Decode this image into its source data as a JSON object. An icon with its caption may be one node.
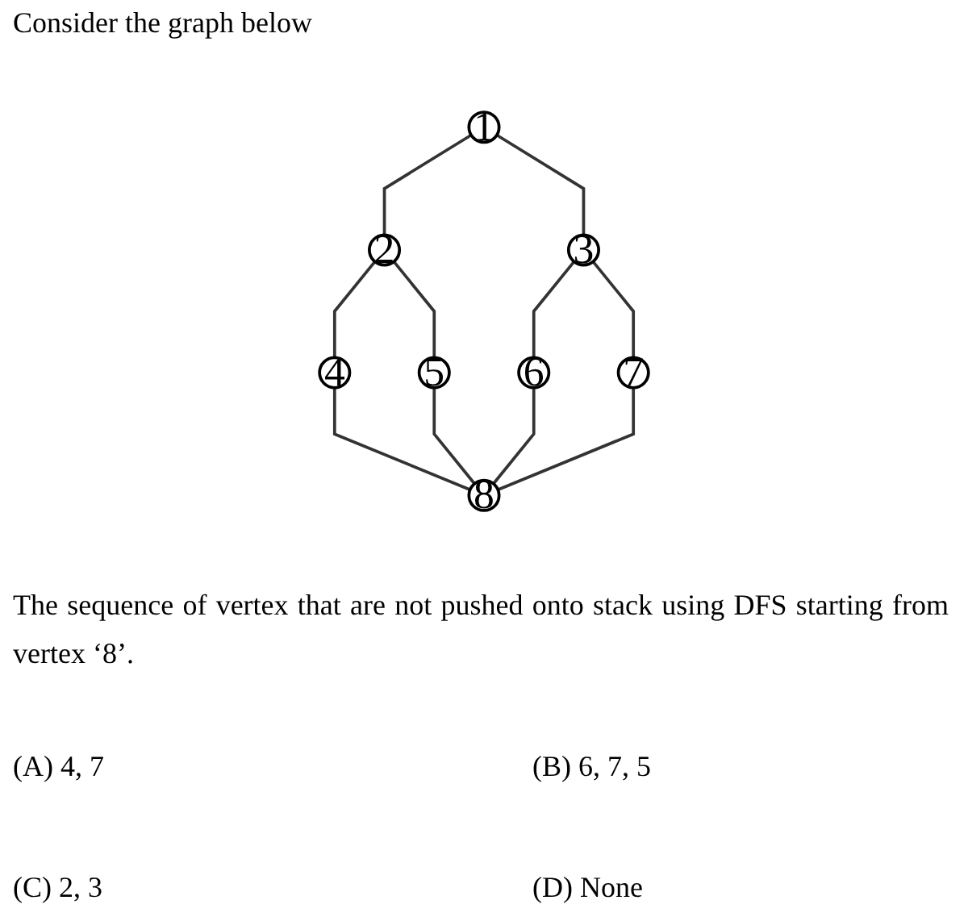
{
  "diagram": {
    "title": "Consider the graph below",
    "nodes": [
      {
        "text": [
          "1"
        ]
      },
      {
        "text": [
          "2"
        ]
      },
      {
        "text": [
          "3"
        ]
      },
      {
        "text": [
          "4"
        ]
      },
      {
        "text": [
          "5"
        ]
      },
      {
        "text": [
          "6"
        ]
      },
      {
        "text": [
          "7"
        ]
      },
      {
        "text": [
          "8"
        ]
      }
    ],
    "edges": [
      {
        "from": 0,
        "to": 1,
        "arrow": "none"
      },
      {
        "from": 0,
        "to": 2,
        "arrow": "none"
      },
      {
        "from": 1,
        "to": 3,
        "arrow": "none"
      },
      {
        "from": 1,
        "to": 4,
        "arrow": "none"
      },
      {
        "from": 2,
        "to": 5,
        "arrow": "none"
      },
      {
        "from": 2,
        "to": 6,
        "arrow": "none"
      },
      {
        "from": 3,
        "to": 7,
        "arrow": "none"
      },
      {
        "from": 4,
        "to": 7,
        "arrow": "none"
      },
      {
        "from": 5,
        "to": 7,
        "arrow": "none"
      },
      {
        "from": 6,
        "to": 7,
        "arrow": "none"
      }
    ],
    "labels": [
      "The sequence of vertex that are not pushed onto stack using DFS starting from vertex ‘8’.",
      "(A) 4, 7",
      "(B) 6, 7, 5",
      "(C) 2, 3",
      "(D) None"
    ]
  }
}
